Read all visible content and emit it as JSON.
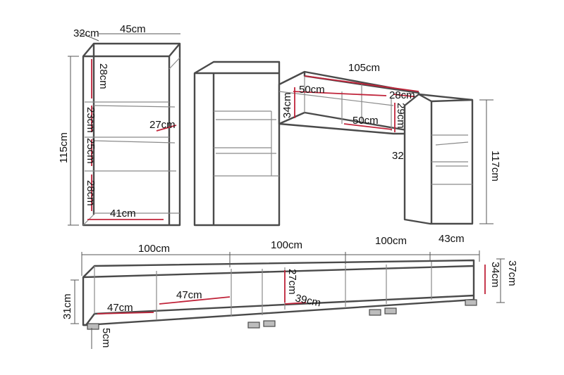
{
  "colors": {
    "outline": "#4a4a4a",
    "dimension": "#c0243a",
    "background": "#ffffff"
  },
  "dimensions": {
    "tall_left_depth": "32cm",
    "tall_left_width": "45cm",
    "tall_left_height": "115cm",
    "tall_left_shelf_1": "28cm",
    "tall_left_shelf_2": "23cm",
    "tall_left_shelf_3": "25cm",
    "tall_left_shelf_4": "28cm",
    "tall_left_inner_depth": "27cm",
    "tall_left_inner_width": "41cm",
    "wall_shelf_width": "105cm",
    "wall_shelf_compartment_top": "50cm",
    "wall_shelf_compartment_bottom": "50cm",
    "wall_shelf_height": "34cm",
    "wall_shelf_depth": "28cm",
    "wall_shelf_inner_height": "29cm",
    "wall_shelf_depth_bottom": "32cm",
    "tall_right_height": "117cm",
    "tv_bench_section_1": "100cm",
    "tv_bench_section_2": "100cm",
    "tv_bench_section_3": "100cm",
    "tv_bench_end_width": "43cm",
    "tv_bench_height_total": "37cm",
    "tv_bench_body_height": "34cm",
    "tv_bench_inner_height": "31cm",
    "tv_bench_compartment_1": "47cm",
    "tv_bench_compartment_2": "47cm",
    "tv_bench_inner_height_2": "27cm",
    "tv_bench_inner_depth": "39cm",
    "tv_bench_leg_height": "5cm"
  }
}
